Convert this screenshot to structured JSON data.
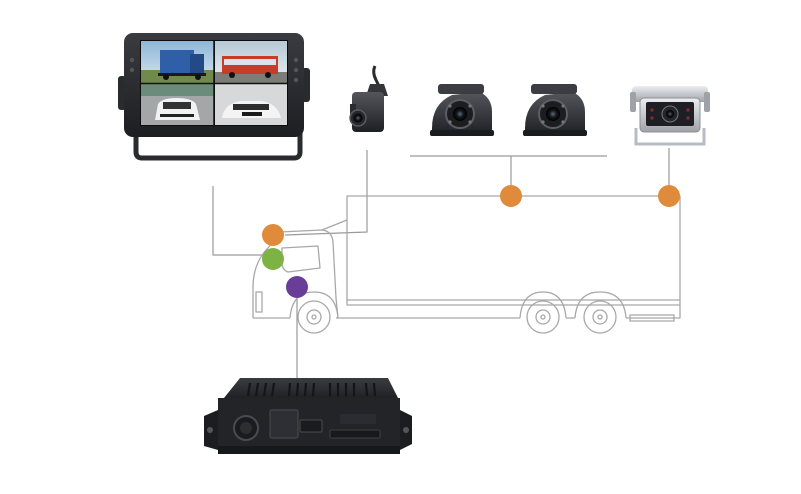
{
  "components": {
    "monitor": {
      "name": "quad-view-monitor",
      "screens": [
        "truck-feed",
        "bus-feed",
        "car-feed",
        "sports-car-feed"
      ]
    },
    "cameras": [
      {
        "name": "mini-cab-camera",
        "type": "cube"
      },
      {
        "name": "dome-camera-left",
        "type": "dome"
      },
      {
        "name": "dome-camera-right",
        "type": "dome"
      },
      {
        "name": "rear-view-camera",
        "type": "ir-box"
      }
    ],
    "recorder": {
      "name": "mobile-dvr"
    },
    "vehicle": {
      "name": "box-truck"
    }
  },
  "connection_points": [
    {
      "name": "cab-camera-point",
      "color": "#E08A3C"
    },
    {
      "name": "monitor-point",
      "color": "#7DB342"
    },
    {
      "name": "dvr-point",
      "color": "#6A3E98"
    },
    {
      "name": "side-cameras-point",
      "color": "#E08A3C"
    },
    {
      "name": "rear-camera-point",
      "color": "#E08A3C"
    }
  ],
  "colors": {
    "line": "#9a9a9a",
    "truck_outline": "#a8a8a8",
    "device_dark": "#2b2b2e",
    "device_mid": "#4a4a4f",
    "silver": "#c9cbcf"
  },
  "watermark": ""
}
